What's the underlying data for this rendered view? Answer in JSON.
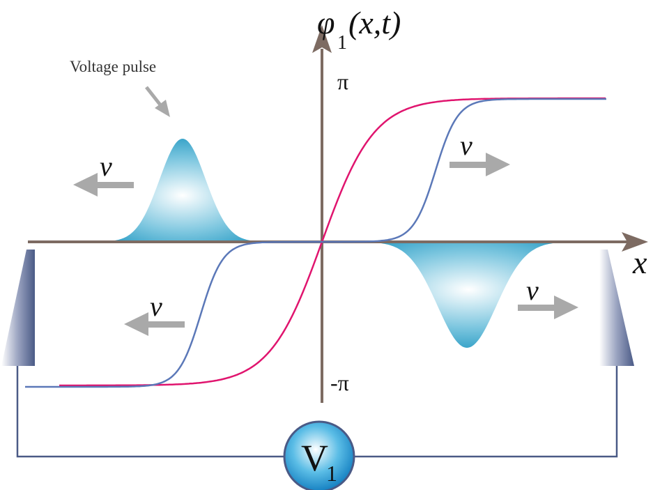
{
  "labels": {
    "y_axis_phi": "φ",
    "y_axis_sub": "1",
    "y_axis_args": "(x,t)",
    "x_axis": "x",
    "pi_top": "π",
    "pi_bottom": "-π",
    "voltage_pulse": "Voltage pulse",
    "velocity": "v",
    "voltmeter_V": "V",
    "voltmeter_sub": "1"
  },
  "colors": {
    "axis": "#7d6b62",
    "red_curve": "#e0146e",
    "blue_curve": "#5b78b8",
    "pulse": "#2a9cc4",
    "arrow": "#a9a9a9",
    "wire": "#4a5a86"
  }
}
